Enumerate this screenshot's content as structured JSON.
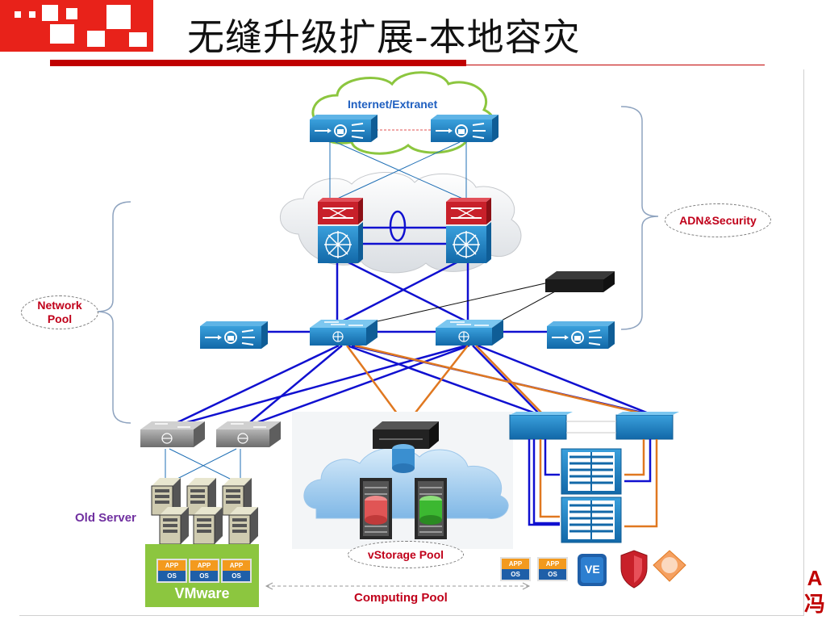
{
  "page": {
    "title": "无缝升级扩展-本地容灾",
    "side_char_1": "A",
    "side_char_2": "冯"
  },
  "labels": {
    "internet": "Internet/Extranet",
    "adn_security": "ADN&Security",
    "network_pool_1": "Network",
    "network_pool_2": "Pool",
    "old_server": "Old Server",
    "vmware": "VMware",
    "vstorage_pool": "vStorage Pool",
    "computing_pool": "Computing Pool",
    "app": "APP",
    "os": "OS",
    "ve": "VE"
  },
  "colors": {
    "brand_red": "#c00000",
    "link_blue": "#1010d0",
    "link_thin_blue": "#1f6fb5",
    "link_orange": "#e07820",
    "device_blue": "#1f86c8",
    "label_red": "#c0001a",
    "label_blue": "#1f5fc0",
    "label_purple": "#7030a0",
    "vmware_green": "#8cc63f"
  },
  "icons": [
    "firewall-icon",
    "core-switch-icon",
    "switch-icon",
    "server-tower-icon",
    "storage-array-icon",
    "blade-chassis-icon",
    "ve-icon",
    "shield-icon",
    "cloud-icon"
  ]
}
